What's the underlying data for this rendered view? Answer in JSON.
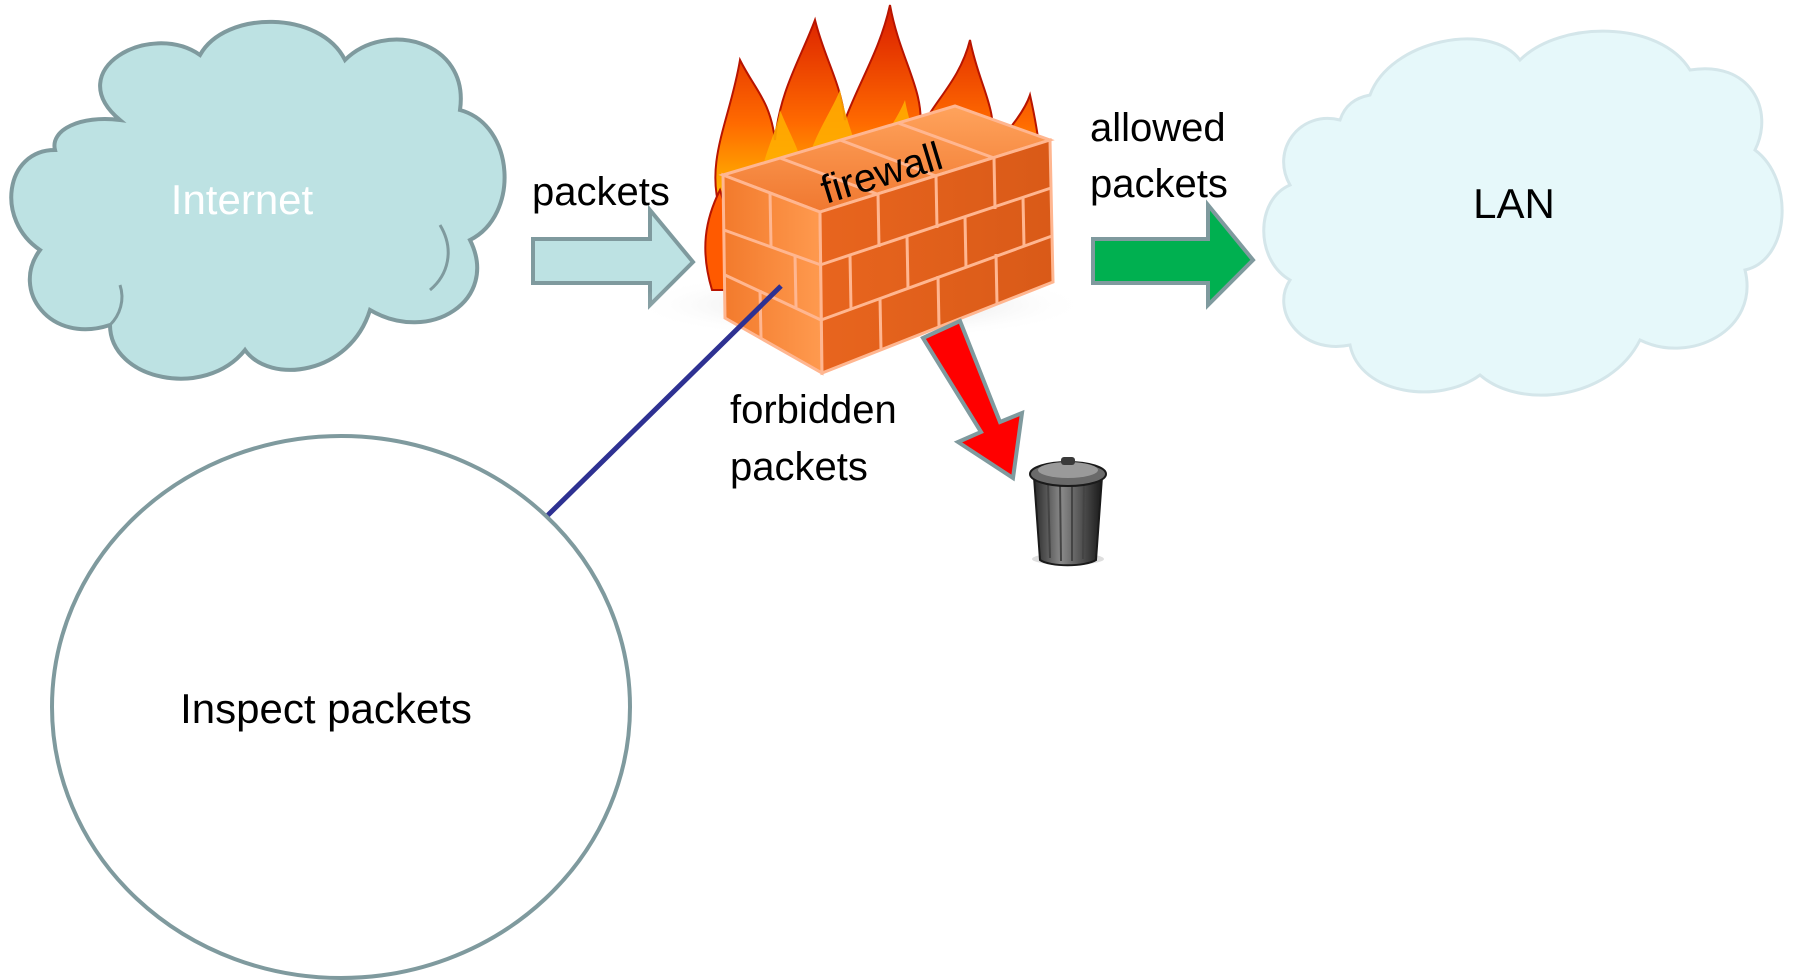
{
  "nodes": {
    "internet": {
      "label": "Internet",
      "color": "#bde2e3",
      "text_color": "#ffffff"
    },
    "lan": {
      "label": "LAN",
      "color": "#e6f8fa",
      "text_color": "#000000"
    },
    "inspect": {
      "label": "Inspect packets"
    },
    "firewall": {
      "label": "firewall"
    }
  },
  "edges": {
    "incoming": {
      "label": "packets",
      "color": "#bde2e3"
    },
    "allowed": {
      "label_line1": "allowed",
      "label_line2": "packets",
      "color": "#00b050"
    },
    "forbidden": {
      "label_line1": "forbidden",
      "label_line2": "packets",
      "color": "#ff0000"
    }
  },
  "icons": {
    "firewall": "brick-wall-with-flames-icon",
    "trash": "trash-can-icon"
  },
  "colors": {
    "outline": "#7f9a9e",
    "connector": "#2e3192",
    "brick": "#f07830",
    "mortar": "#ffb690",
    "flame": "#ff4000"
  }
}
